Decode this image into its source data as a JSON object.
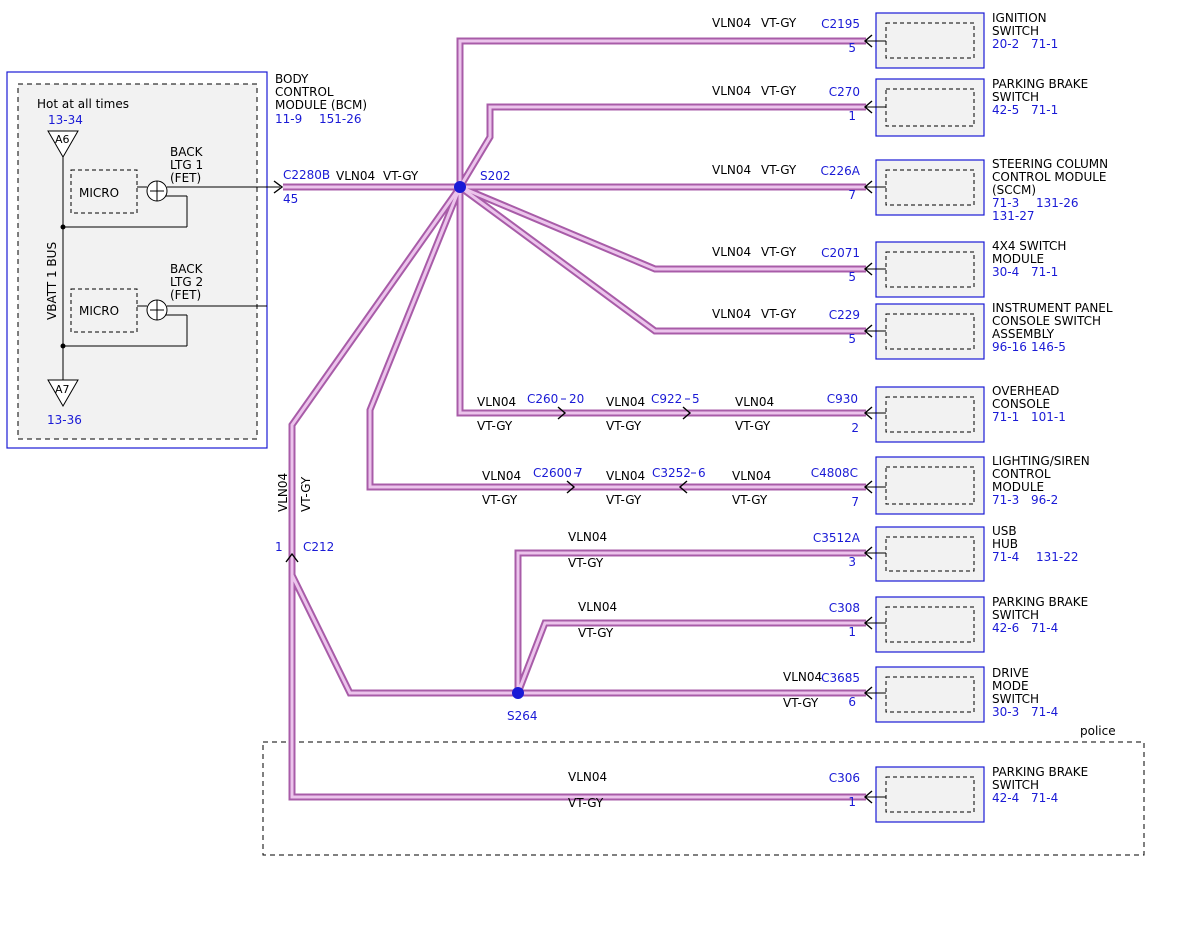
{
  "colors": {
    "wire_outer": "#a85ca8",
    "wire_inner": "#ecc4ec",
    "connector_blue": "#1a1ad6",
    "module_border": "#1a1ad6",
    "module_fill": "#f2f2f2"
  },
  "bcm": {
    "name_line1": "BODY",
    "name_line2": "CONTROL",
    "name_line3": "MODULE (BCM)",
    "ref1": "11-9",
    "ref2": "151-26",
    "hot_label": "Hot at all times",
    "fuse_top_ref": "13-34",
    "fuse_top_id": "A6",
    "fuse_bottom_id": "A7",
    "fuse_bottom_ref": "13-36",
    "bus_label": "VBATT 1 BUS",
    "micro1": "MICRO",
    "micro2": "MICRO",
    "fet1_line1": "BACK",
    "fet1_line2": "LTG 1",
    "fet1_line3": "(FET)",
    "fet2_line1": "BACK",
    "fet2_line2": "LTG 2",
    "fet2_line3": "(FET)",
    "conn": "C2280B",
    "pin": "45",
    "circuit": "VLN04",
    "color": "VT-GY"
  },
  "splices": {
    "s202": "S202",
    "s264": "S264"
  },
  "c212": {
    "conn": "C212",
    "pin": "1",
    "circuit": "VLN04",
    "color": "VT-GY"
  },
  "police_label": "police",
  "branches": [
    {
      "circuit": "VLN04",
      "color": "VT-GY",
      "conn": "C2195",
      "pin": "5",
      "name": [
        "IGNITION",
        "SWITCH"
      ],
      "refs": [
        "20-2",
        "71-1"
      ]
    },
    {
      "circuit": "VLN04",
      "color": "VT-GY",
      "conn": "C270",
      "pin": "1",
      "name": [
        "PARKING BRAKE",
        "SWITCH"
      ],
      "refs": [
        "42-5",
        "71-1"
      ]
    },
    {
      "circuit": "VLN04",
      "color": "VT-GY",
      "conn": "C226A",
      "pin": "7",
      "name": [
        "STEERING COLUMN",
        "CONTROL MODULE",
        "(SCCM)"
      ],
      "refs": [
        "71-3",
        "131-26",
        "131-27"
      ]
    },
    {
      "circuit": "VLN04",
      "color": "VT-GY",
      "conn": "C2071",
      "pin": "5",
      "name": [
        "4X4 SWITCH",
        "MODULE"
      ],
      "refs": [
        "30-4",
        "71-1"
      ]
    },
    {
      "circuit": "VLN04",
      "color": "VT-GY",
      "conn": "C229",
      "pin": "5",
      "name": [
        "INSTRUMENT PANEL",
        "CONSOLE SWITCH",
        "ASSEMBLY"
      ],
      "refs": [
        "96-16",
        "146-5"
      ]
    },
    {
      "name": [
        "OVERHEAD",
        "CONSOLE"
      ],
      "refs": [
        "71-1",
        "101-1"
      ],
      "segments": [
        {
          "circuit": "VLN04",
          "color": "VT-GY",
          "conn": "C260",
          "pin": "20"
        },
        {
          "circuit": "VLN04",
          "color": "VT-GY",
          "conn": "C922",
          "pin": "5"
        },
        {
          "circuit": "VLN04",
          "color": "VT-GY",
          "conn": "C930",
          "pin": "2"
        }
      ]
    },
    {
      "name": [
        "LIGHTING/SIREN",
        "CONTROL",
        "MODULE"
      ],
      "refs": [
        "71-3",
        "96-2"
      ],
      "segments": [
        {
          "circuit": "VLN04",
          "color": "VT-GY",
          "conn": "C2600",
          "pin": "7"
        },
        {
          "circuit": "VLN04",
          "color": "VT-GY",
          "conn": "C3252",
          "pin": "6"
        },
        {
          "circuit": "VLN04",
          "color": "VT-GY",
          "conn": "C4808C",
          "pin": "7"
        }
      ]
    },
    {
      "circuit": "VLN04",
      "color": "VT-GY",
      "conn": "C3512A",
      "pin": "3",
      "name": [
        "USB",
        "HUB"
      ],
      "refs": [
        "71-4",
        "131-22"
      ]
    },
    {
      "circuit": "VLN04",
      "color": "VT-GY",
      "conn": "C308",
      "pin": "1",
      "name": [
        "PARKING BRAKE",
        "SWITCH"
      ],
      "refs": [
        "42-6",
        "71-4"
      ]
    },
    {
      "circuit": "VLN04",
      "color": "VT-GY",
      "conn": "C3685",
      "pin": "6",
      "name": [
        "DRIVE",
        "MODE",
        "SWITCH"
      ],
      "refs": [
        "30-3",
        "71-4"
      ]
    },
    {
      "circuit": "VLN04",
      "color": "VT-GY",
      "conn": "C306",
      "pin": "1",
      "name": [
        "PARKING BRAKE",
        "SWITCH"
      ],
      "refs": [
        "42-4",
        "71-4"
      ]
    }
  ]
}
